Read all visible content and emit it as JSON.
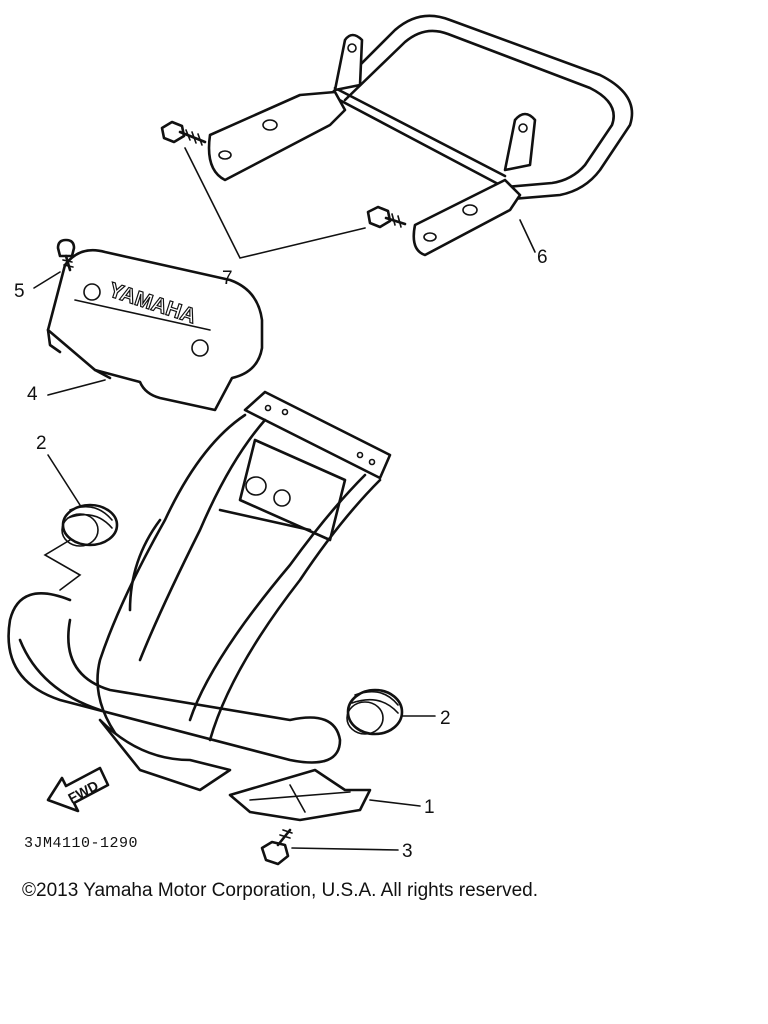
{
  "diagram": {
    "callouts": [
      {
        "id": "callout-1",
        "label": "1"
      },
      {
        "id": "callout-2a",
        "label": "2"
      },
      {
        "id": "callout-2b",
        "label": "2"
      },
      {
        "id": "callout-3",
        "label": "3"
      },
      {
        "id": "callout-4",
        "label": "4"
      },
      {
        "id": "callout-5",
        "label": "5"
      },
      {
        "id": "callout-6",
        "label": "6"
      },
      {
        "id": "callout-7",
        "label": "7"
      }
    ],
    "diagram_code": "3JM4110-1290",
    "cover_emboss": "YAMAHA",
    "fwd_label": "FWD"
  },
  "footer": {
    "copyright": "©2013 Yamaha Motor Corporation, U.S.A. All rights reserved."
  }
}
